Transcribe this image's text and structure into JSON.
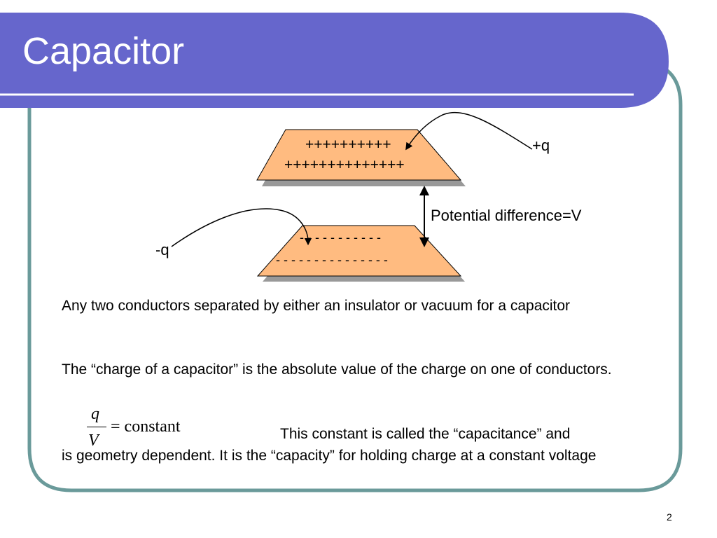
{
  "slide": {
    "title": "Capacitor",
    "page_number": "2"
  },
  "diagram": {
    "top_plate_charges_row1": "++++++++++",
    "top_plate_charges_row2": "++++++++++++++",
    "bottom_plate_charges_row1": "- - - - - - - - - - -",
    "bottom_plate_charges_row2": "- - - - - - - - - - - - - - -",
    "plus_q_label": "+q",
    "minus_q_label": "-q",
    "potential_label": "Potential difference=V"
  },
  "body": {
    "paragraph1": "Any two conductors separated by either an insulator or vacuum for a capacitor",
    "paragraph2": "The “charge of a capacitor” is the absolute value of the charge on one of conductors.",
    "equation": {
      "numerator": "q",
      "denominator": "V",
      "rhs": "= constant"
    },
    "paragraph3_line1": "This constant is called the “capacitance” and",
    "paragraph3_rest": "is geometry dependent.  It is the “capacity” for holding charge at a constant voltage"
  },
  "colors": {
    "title_bar": "#6666cc",
    "frame_border": "#6a9a9a",
    "plate_fill": "#ffbb80",
    "plate_shadow": "#999999"
  }
}
